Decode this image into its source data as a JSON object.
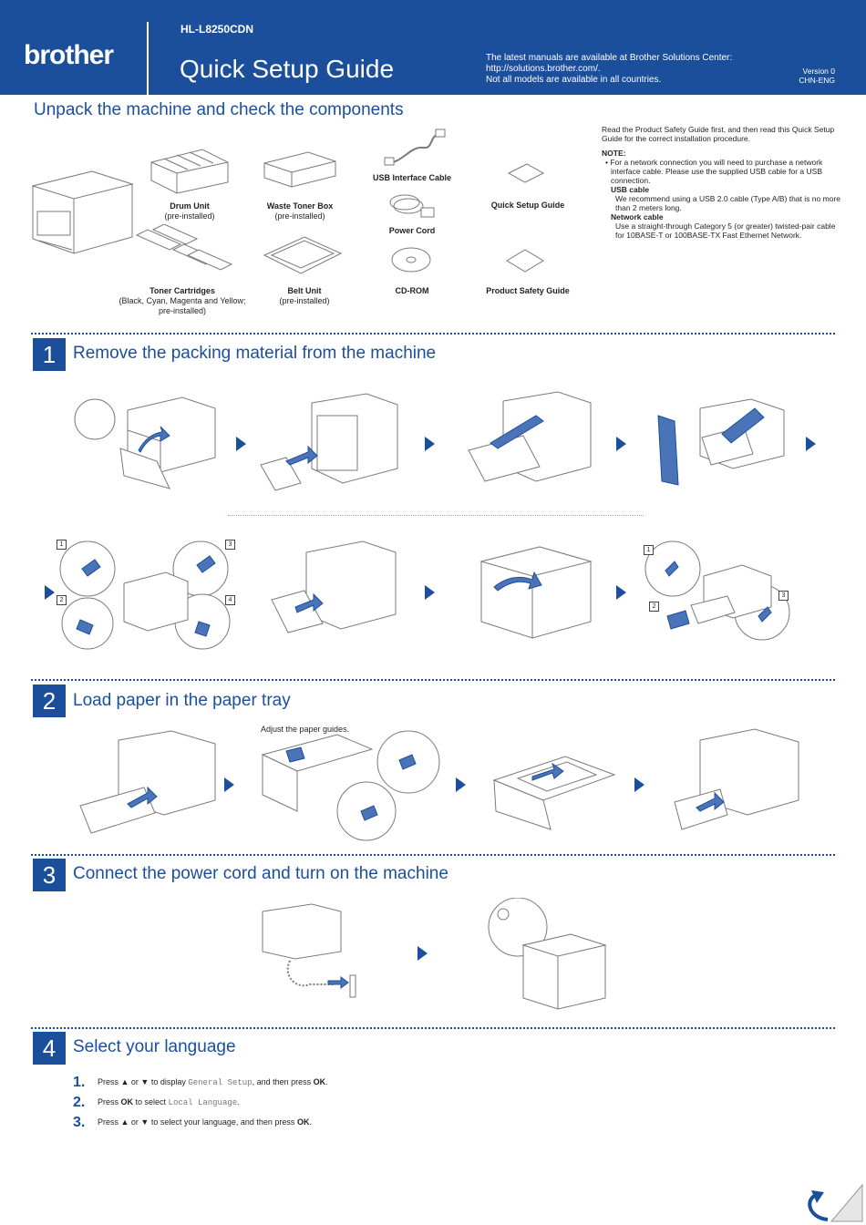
{
  "header": {
    "logo": "brother",
    "model": "HL-L8250CDN",
    "title": "Quick Setup Guide",
    "info_line1": "The latest manuals are available at Brother Solutions Center:",
    "info_line2": "http://solutions.brother.com/.",
    "info_line3": "Not all models are available in all countries.",
    "version": "Version 0",
    "region": "CHN-ENG"
  },
  "unpack": {
    "title": "Unpack the machine and check the components",
    "components": {
      "drum": {
        "name": "Drum Unit",
        "sub": "(pre-installed)"
      },
      "waste": {
        "name": "Waste Toner Box",
        "sub": "(pre-installed)"
      },
      "usb": {
        "name": "USB Interface Cable"
      },
      "power": {
        "name": "Power Cord"
      },
      "qsg": {
        "name": "Quick Setup Guide"
      },
      "toner": {
        "name": "Toner Cartridges",
        "sub1": "(Black, Cyan, Magenta and Yellow;",
        "sub2": "pre-installed)"
      },
      "belt": {
        "name": "Belt Unit",
        "sub": "(pre-installed)"
      },
      "cdrom": {
        "name": "CD-ROM"
      },
      "psg": {
        "name": "Product Safety Guide"
      }
    },
    "notes": {
      "intro1": "Read the Product Safety Guide first, and then read this Quick Setup",
      "intro2": "Guide for the correct installation procedure.",
      "note_label": "NOTE:",
      "bullet1": "• For a network connection you will need to purchase a network",
      "bullet2": "interface cable. Please use the supplied USB cable for a USB",
      "bullet3": "connection.",
      "usb_head": "USB cable",
      "usb1": "We recommend using a USB 2.0 cable (Type A/B) that is no more",
      "usb2": "than 2 meters long.",
      "net_head": "Network cable",
      "net1": "Use a straight-through Category 5 (or greater) twisted-pair cable",
      "net2": "for 10BASE-T or 100BASE-TX Fast Ethernet Network."
    }
  },
  "steps": [
    {
      "number": "1",
      "title": "Remove the packing material from the machine"
    },
    {
      "number": "2",
      "title": "Load paper in the paper tray",
      "caption": "Adjust the paper guides."
    },
    {
      "number": "3",
      "title": "Connect the power cord and turn on the machine"
    },
    {
      "number": "4",
      "title": "Select your language"
    }
  ],
  "callouts": [
    "1",
    "2",
    "3",
    "4"
  ],
  "language": {
    "items": [
      {
        "num": "1.",
        "pre": "Press ▲ or ▼ to display ",
        "code": "General Setup",
        "post": ", and then press ",
        "bold": "OK",
        "end": "."
      },
      {
        "num": "2.",
        "pre": "Press ",
        "bold1": "OK",
        "mid": " to select ",
        "code": "Local Language",
        "end": "."
      },
      {
        "num": "3.",
        "pre": "Press ▲ or ▼ to select your language, and then press ",
        "bold": "OK",
        "end": "."
      }
    ]
  },
  "icons": [
    "brother-logo",
    "next-arrow-icon",
    "page-curl-icon"
  ],
  "colors": {
    "brand_blue": "#1b4f9c",
    "text": "#231f20"
  }
}
